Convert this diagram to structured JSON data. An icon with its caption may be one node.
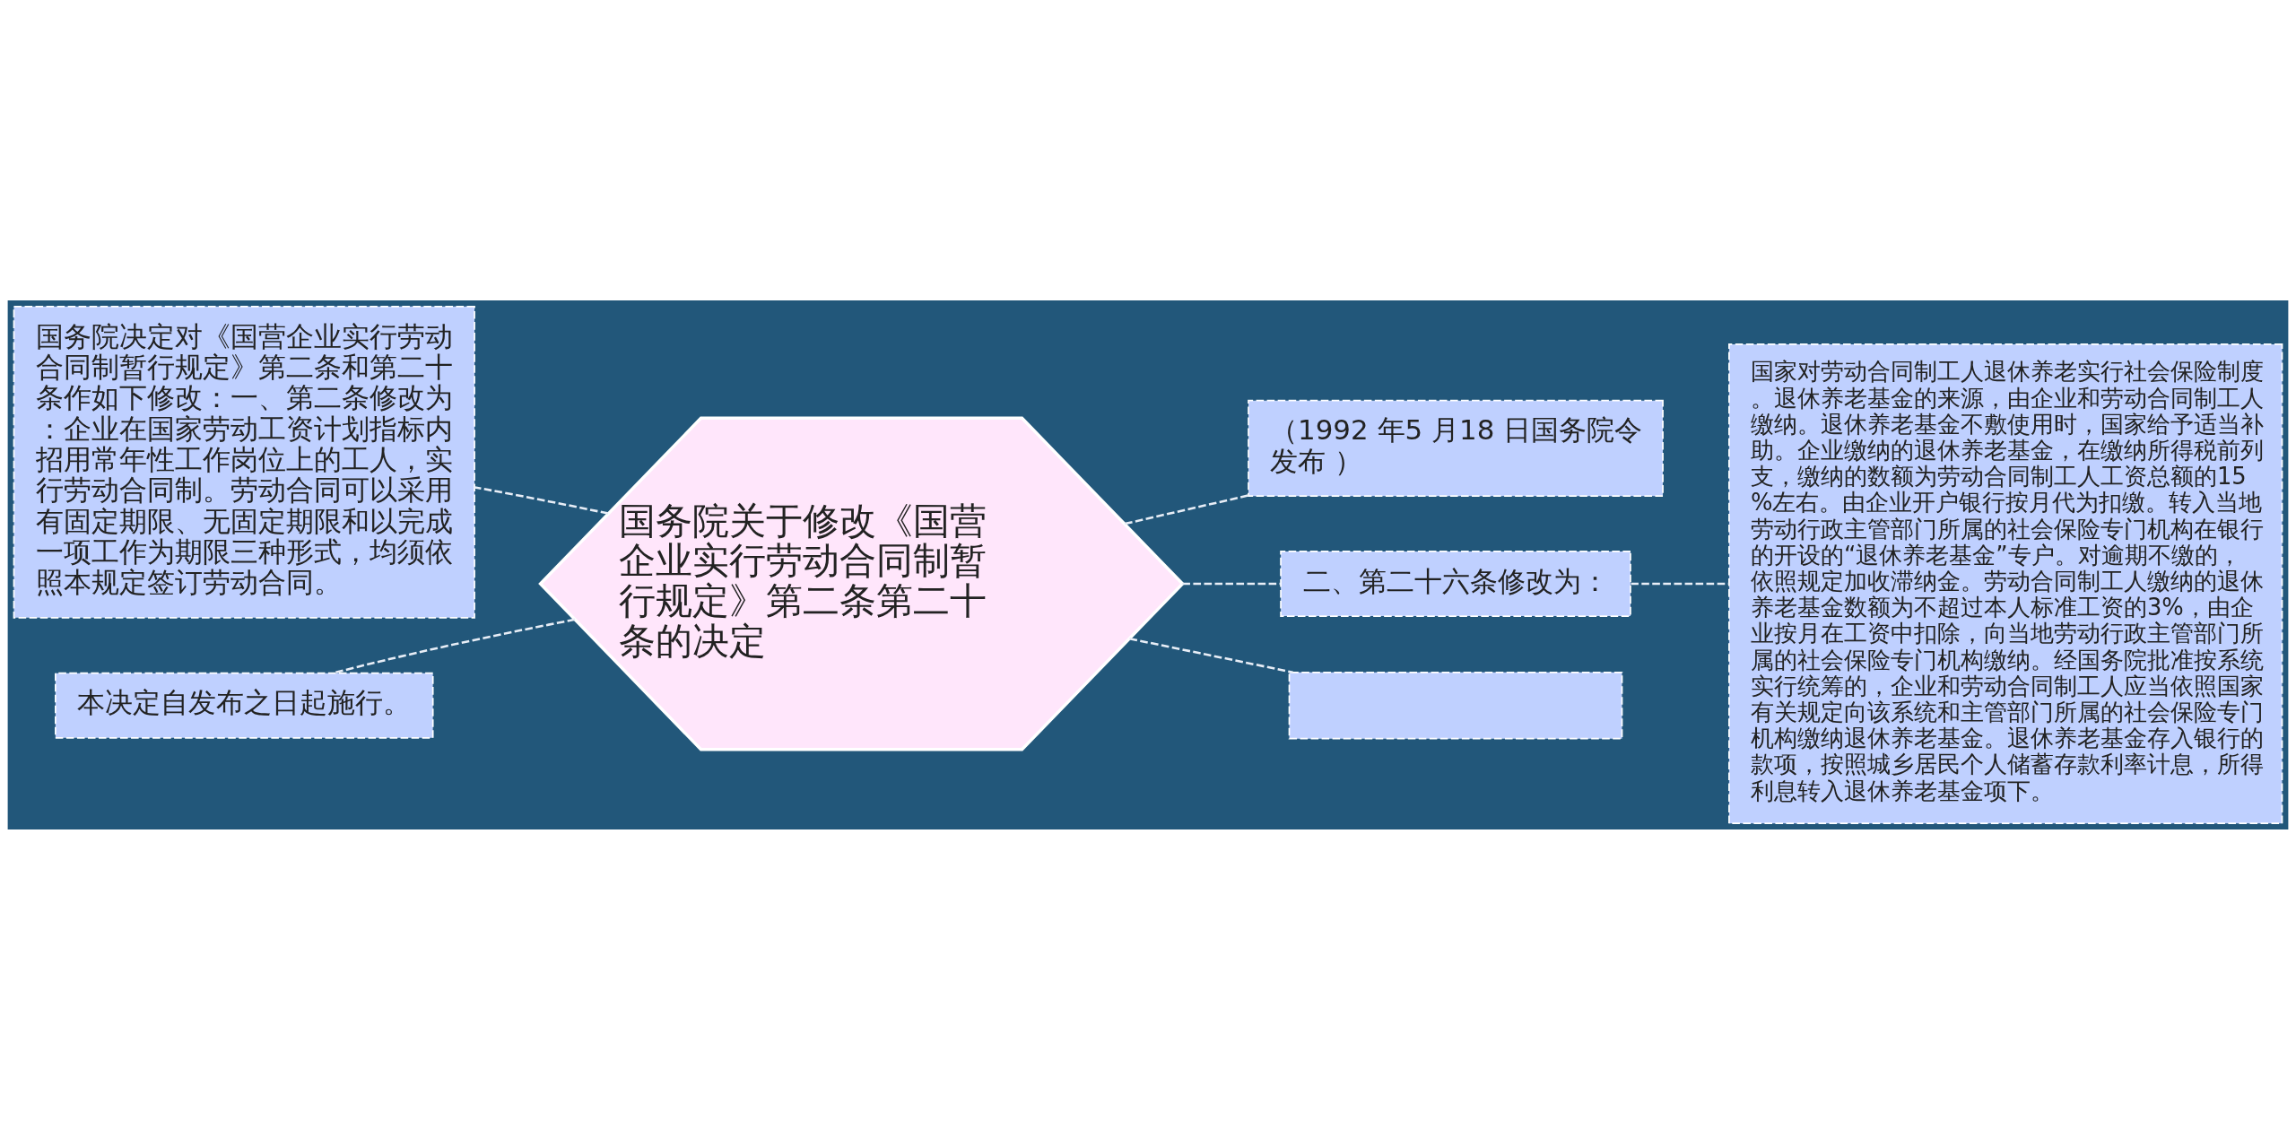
{
  "diagram": {
    "nodes": [
      {
        "text": [
          "国务院关于修改《国营企业实行劳动合同制暂行规定》第二条第二十条的决定"
        ]
      },
      {
        "text": [
          "国务院决定对《国营企业实行劳动合同制暂行规定》第二条和第二十条作如下修改：一、第二条修改为：企业在国家劳动工资计划指标内招用常年性工作岗位上的工人，实行劳动合同制。劳动合同可以采用有固定期限、无固定期限和以完成一项工作为期限三种形式，均须依照本规定签订劳动合同。"
        ]
      },
      {
        "text": [
          "本决定自发布之日起施行。"
        ]
      },
      {
        "text": [
          "（1992 年5 月18 日国务院令发布 ）"
        ]
      },
      {
        "text": [
          "二、第二十六条修改为："
        ]
      },
      {
        "text": [
          "国家对劳动合同制工人退休养老实行社会保险制度。退休养老基金的来源，由企业和劳动合同制工人缴纳。退休养老基金不敷使用时，国家给予适当补助。企业缴纳的退休养老基金，在缴纳所得税前列支，缴纳的数额为劳动合同制工人工资总额的15%左右。由企业开户银行按月代为扣缴。转入当地劳动行政主管部门所属的社会保险专门机构在银行的开设的“退休养老基金”专户。对逾期不缴的，依照规定加收滞纳金。劳动合同制工人缴纳的退休养老基金数额为不超过本人标准工资的3%，由企业按月在工资中扣除，向当地劳动行政主管部门所属的社会保险专门机构缴纳。经国务院批准按系统实行统筹的，企业和劳动合同制工人应当依照国家有关规定向该系统和主管部门所属的社会保险专门机构缴纳退休养老基金。退休养老基金存入银行的款项，按照城乡居民个人储蓄存款利率计息，所得利息转入退休养老基金项下。"
        ]
      },
      {
        "text": [],
        "shape": "box"
      }
    ],
    "edges": [
      {
        "from": 0,
        "to": 1,
        "arrow": "none"
      },
      {
        "from": 0,
        "to": 2,
        "arrow": "none"
      },
      {
        "from": 0,
        "to": 3,
        "arrow": "none"
      },
      {
        "from": 0,
        "to": 4,
        "arrow": "none"
      },
      {
        "from": 4,
        "to": 5,
        "arrow": "none"
      },
      {
        "from": 0,
        "to": 6,
        "arrow": "none"
      }
    ]
  }
}
